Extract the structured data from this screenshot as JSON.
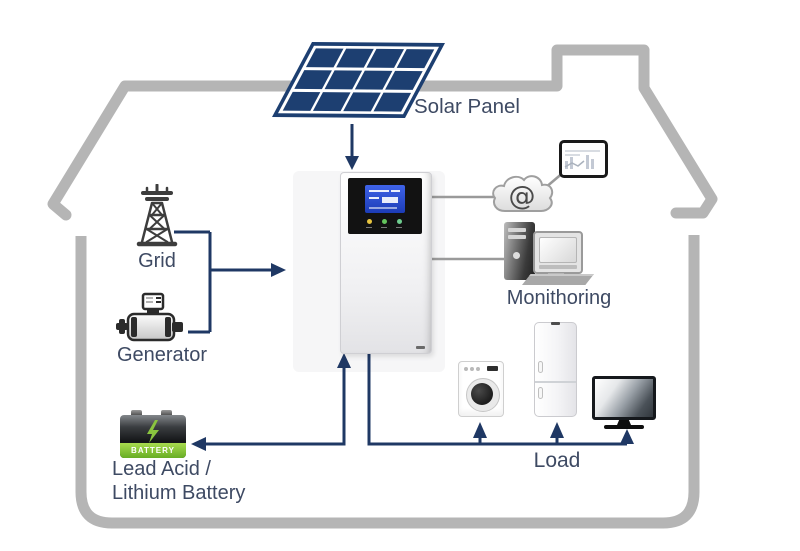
{
  "labels": {
    "solar_panel": "Solar Panel",
    "grid": "Grid",
    "generator": "Generator",
    "battery_line1": "Lead Acid /",
    "battery_line2": "Lithium Battery",
    "monitoring": "Monithoring",
    "load": "Load"
  },
  "battery": {
    "badge": "BATTERY"
  },
  "monitoring": {
    "cloud_symbol": "@"
  },
  "colors": {
    "wire_blue": "#1f3864",
    "connector_gray": "#9a9a9a",
    "house_outline": "#b5b5b5",
    "solar_panel_blue": "#1d3f71",
    "battery_green": "#7fc32e",
    "lcd_blue": "#2a4cd0",
    "label_text": "#3e4a63"
  }
}
